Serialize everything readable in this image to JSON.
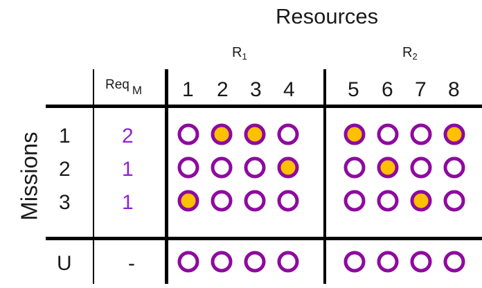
{
  "title": "Resources",
  "axis_label": "Missions",
  "groups": [
    {
      "label": "R",
      "sub": "1"
    },
    {
      "label": "R",
      "sub": "2"
    }
  ],
  "req_header": {
    "label": "Req",
    "sub": "M"
  },
  "resources": [
    "1",
    "2",
    "3",
    "4",
    "5",
    "6",
    "7",
    "8"
  ],
  "rows": [
    {
      "id": "1",
      "req": "2",
      "assigned": [
        2,
        3,
        5,
        8
      ]
    },
    {
      "id": "2",
      "req": "1",
      "assigned": [
        4,
        6
      ]
    },
    {
      "id": "3",
      "req": "1",
      "assigned": [
        1,
        7
      ]
    },
    {
      "id": "U",
      "req": "-",
      "assigned": []
    }
  ],
  "colors": {
    "ring": "#8e0a9e",
    "fill_assigned": "#ffc000",
    "fill_empty": "#ffffff",
    "req_text": "#8e22d8"
  }
}
